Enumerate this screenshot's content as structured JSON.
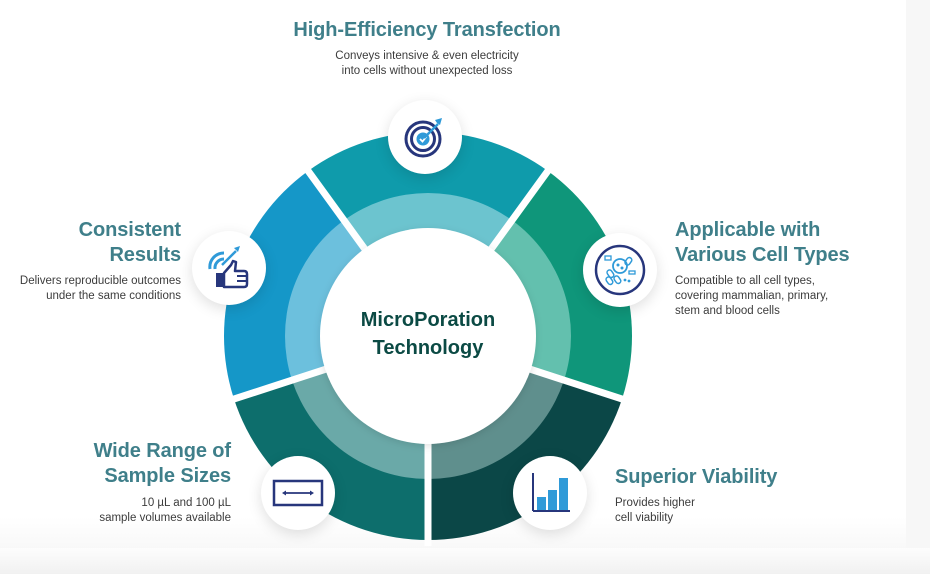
{
  "center": {
    "line1": "MicroPoration",
    "line2": "Technology"
  },
  "features": {
    "high_efficiency": {
      "title": "High-Efficiency Transfection",
      "desc_line1": "Conveys intensive & even electricity",
      "desc_line2": "into cells without unexpected loss",
      "icon": "target-check-icon"
    },
    "applicable": {
      "title_line1": "Applicable with",
      "title_line2": "Various Cell Types",
      "desc_line1": "Compatible to all cell types,",
      "desc_line2": "covering mammalian, primary,",
      "desc_line3": "stem and blood cells",
      "icon": "cells-microscope-icon"
    },
    "viability": {
      "title": "Superior Viability",
      "desc_line1": "Provides higher",
      "desc_line2": "cell viability",
      "icon": "bar-chart-icon"
    },
    "sample_sizes": {
      "title_line1": "Wide Range of",
      "title_line2": "Sample Sizes",
      "desc_line1": "10 µL and 100 µL",
      "desc_line2": "sample volumes available",
      "icon": "range-arrows-icon"
    },
    "consistent": {
      "title_line1": "Consistent",
      "title_line2": "Results",
      "desc_line1": "Delivers reproducible outcomes",
      "desc_line2": "under the same conditions",
      "icon": "target-thumbs-up-icon"
    }
  },
  "colors": {
    "segment_top": "#0f9bab",
    "segment_right_upper": "#0f967a",
    "segment_right_lower": "#0b4747",
    "segment_left_lower": "#0d6e6c",
    "segment_left_upper": "#1597c8",
    "title_text": "#3f7f8a",
    "center_text": "#0b4a44",
    "icon_navy": "#27367c",
    "icon_blue": "#2f9ad8"
  }
}
